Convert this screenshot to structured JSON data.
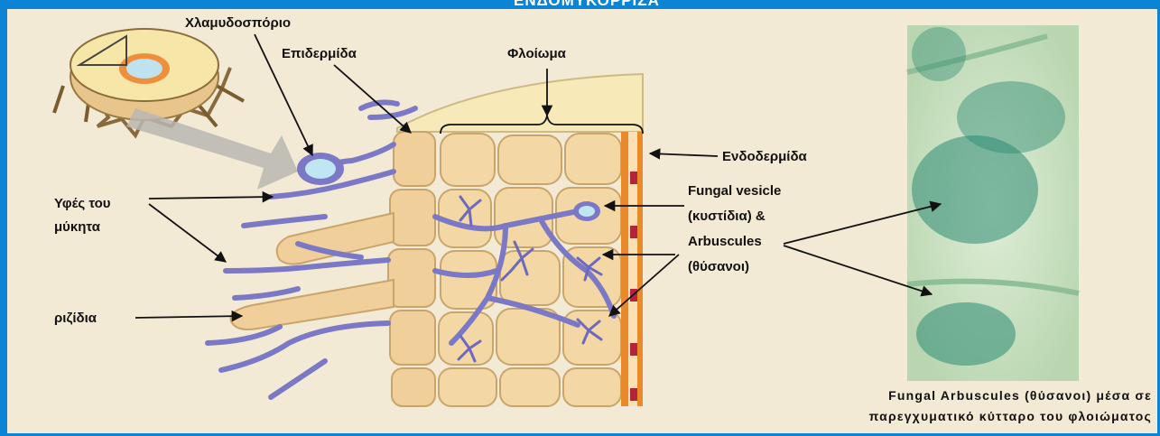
{
  "header": {
    "title": "ΕΝΔΟΜΥΚΟΡΡΙΖΑ"
  },
  "labels": {
    "chlamydospore": "Χλαμυδοσπόριο",
    "epidermis": "Επιδερμίδα",
    "cortex": "Φλοίωμα",
    "endodermis": "Ενδοδερμίδα",
    "hyphae_line1": "Υφές του",
    "hyphae_line2": "μύκητα",
    "vesicle_line1": "Fungal  vesicle",
    "vesicle_line2": "(κυστίδια) &",
    "vesicle_line3": "Arbuscules",
    "vesicle_line4": "(θύσανοι)",
    "root_hairs": "ριζίδια"
  },
  "caption": {
    "line1": "Fungal  Arbuscules  (θύσανοι)  μέσα  σε",
    "line2": "παρεγχυματικό  κύτταρο  του  φλοιώματος"
  },
  "colors": {
    "header_bg": "#0b84d6",
    "panel_bg": "#f3ead6",
    "hyphae": "#7b78c6",
    "cell_fill": "#f3d7a4",
    "endodermis": "#e88a2a",
    "micro_bg": "#cfe3c7",
    "micro_stain": "#2b8a74"
  }
}
